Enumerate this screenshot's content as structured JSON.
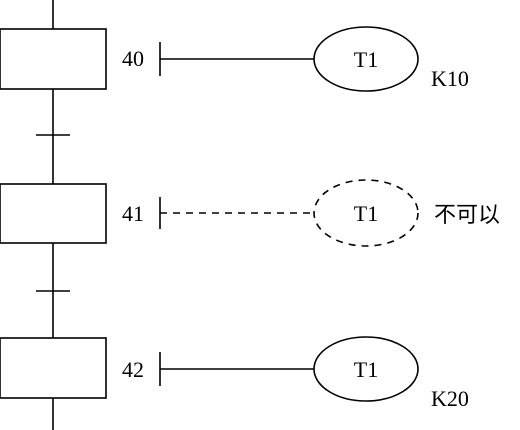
{
  "steps": [
    {
      "number": "40",
      "coil_label": "T1",
      "constant": "K10",
      "style": "solid"
    },
    {
      "number": "41",
      "coil_label": "T1",
      "note": "不可以",
      "style": "dashed"
    },
    {
      "number": "42",
      "coil_label": "T1",
      "constant": "K20",
      "style": "solid"
    }
  ]
}
